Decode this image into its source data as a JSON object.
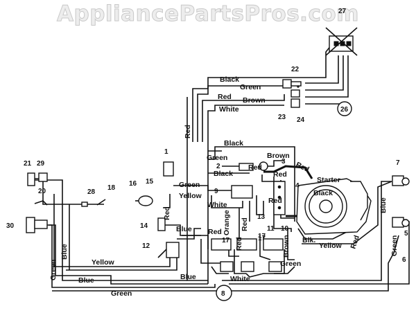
{
  "watermark": "AppliancePartsPros.com",
  "wire_labels": {
    "black_top": "Black",
    "green_top": "Green",
    "red_top": "Red",
    "brown_top": "Brown",
    "white_top": "White",
    "red_vertical": "Red",
    "black_mid": "Black",
    "green_mid": "Green",
    "brown_mid": "Brown",
    "black_left": "Black",
    "red_sw": "Red",
    "red_starter": "Red",
    "starter": "Starter",
    "black_engine": "Black",
    "green_left": "Green",
    "yellow_left": "Yellow",
    "white_mid": "White",
    "red_mid": "Red",
    "red_vert_left": "Red",
    "blue_left": "Blue",
    "red_box": "Red",
    "orange": "Orange",
    "red_box2": "Red",
    "red_mid2": "Red",
    "blk": "Blk.",
    "yellow_right": "Yellow",
    "red_right": "Red",
    "red_low": "Red",
    "green_low": "Green",
    "brown_low": "Brown",
    "white_low": "White",
    "blue_low": "Blue",
    "yellow_long": "Yellow",
    "blue_long": "Blue",
    "green_long": "Green",
    "blue_vert": "Blue",
    "green_vert": "Green",
    "blue_right_vert": "Blue",
    "green_right_vert": "Green"
  },
  "callouts": [
    "1",
    "2",
    "3",
    "4",
    "5",
    "6",
    "7",
    "8",
    "9",
    "10",
    "11",
    "12",
    "13",
    "14",
    "15",
    "16",
    "17",
    "17",
    "17",
    "18",
    "20",
    "21",
    "22",
    "23",
    "24",
    "26",
    "27",
    "28",
    "29",
    "30"
  ]
}
